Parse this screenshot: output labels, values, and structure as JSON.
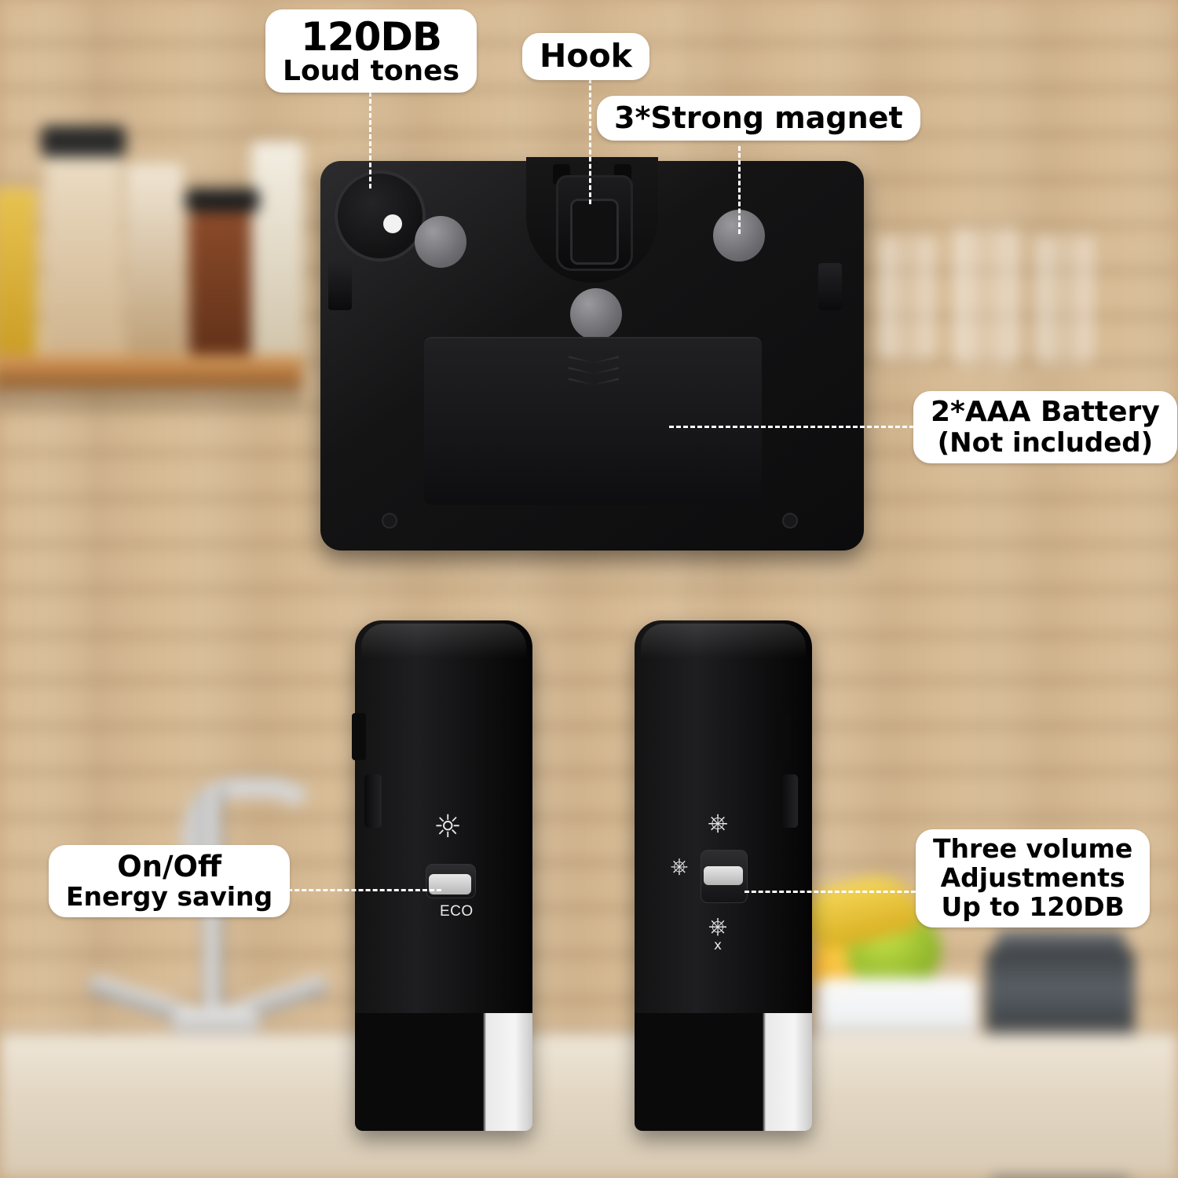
{
  "image": {
    "title": "Kitchen timer back and side views with feature callouts",
    "background_scene": "blurred kitchen with brick wall, wooden shelf with jars, faucet, fruit bowl and blender"
  },
  "callouts": [
    {
      "id": "loud-tones",
      "lines": [
        "120DB",
        "Loud tones"
      ],
      "points_to": "speaker-ring"
    },
    {
      "id": "hook",
      "lines": [
        "Hook"
      ],
      "points_to": "hook-slot"
    },
    {
      "id": "strong-magnet",
      "lines": [
        "3*Strong magnet"
      ],
      "points_to": "magnet-top-right"
    },
    {
      "id": "battery",
      "lines": [
        "2*AAA Battery",
        "(Not included)"
      ],
      "points_to": "battery-cover"
    },
    {
      "id": "on-off",
      "lines": [
        "On/Off",
        "Energy saving"
      ],
      "points_to": "eco-switch"
    },
    {
      "id": "volume",
      "lines": [
        "Three volume",
        "Adjustments",
        "Up to 120DB"
      ],
      "points_to": "volume-switch"
    }
  ],
  "device": {
    "back_view": {
      "name": "back panel",
      "speaker_icon": "speaker-icon",
      "hook_icon": "hook-icon",
      "magnet_icons": [
        "magnet-icon",
        "magnet-icon",
        "magnet-icon"
      ],
      "battery_cover_label": "",
      "battery_cover_arrow": "chevron-down-icon"
    },
    "left_side_view": {
      "name": "left side panel",
      "switch_name": "eco-power-switch",
      "top_icon": "brightness-sun-icon",
      "bottom_label": "ECO"
    },
    "right_side_view": {
      "name": "right side panel",
      "switch_name": "volume-switch",
      "icons": [
        "volume-high-icon",
        "volume-low-icon",
        "volume-mute-icon"
      ],
      "mute_label": "x"
    }
  },
  "colors": {
    "callout_bg": "#ffffff",
    "callout_text": "#000000",
    "leader_line": "#ffffff",
    "device_body": "#121213",
    "magnet": "#8a8a8f",
    "speaker_hole": "#f2f2f2",
    "base_strip": "#f0f0f0"
  }
}
